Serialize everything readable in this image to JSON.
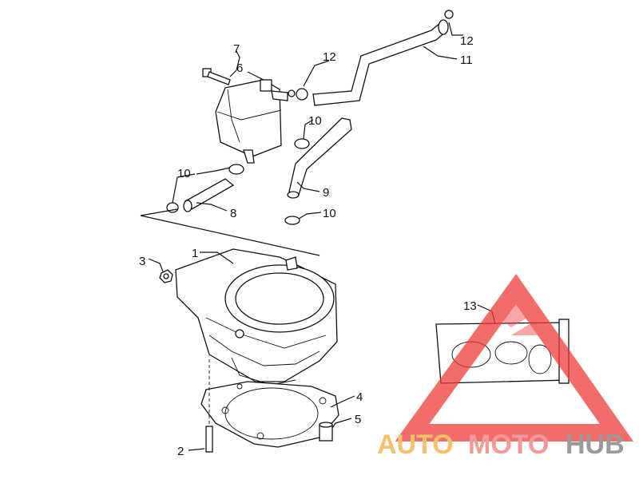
{
  "diagram": {
    "callouts": {
      "c1": "1",
      "c2": "2",
      "c3": "3",
      "c4": "4",
      "c5": "5",
      "c6": "6",
      "c7": "7",
      "c8": "8",
      "c9": "9",
      "c10a": "10",
      "c10b": "10",
      "c10c": "10",
      "c11": "11",
      "c12a": "12",
      "c12b": "12",
      "c13": "13"
    },
    "watermark": {
      "part1": "AUTO",
      "part2": "MOTO",
      "part3": "HUB",
      "colors": {
        "auto": "#f7c16c",
        "moto": "#f29a9a",
        "hub": "#9a9a9a",
        "triangle": "#ee3b3b"
      }
    }
  }
}
